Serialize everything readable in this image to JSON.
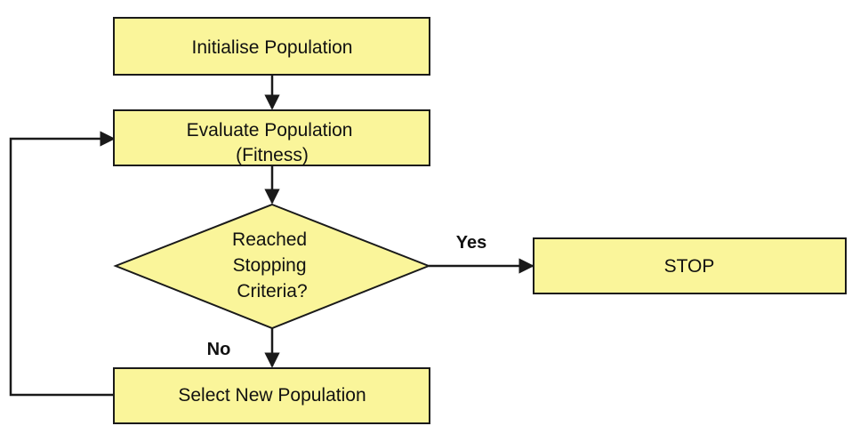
{
  "colors": {
    "node_fill": "#FAF59A",
    "node_stroke": "#1A1A1A",
    "edge": "#1A1A1A"
  },
  "nodes": {
    "init": {
      "lines": [
        "Initialise Population"
      ]
    },
    "evaluate": {
      "lines": [
        "Evaluate Population",
        "(Fitness)"
      ]
    },
    "decision": {
      "lines": [
        "Reached",
        "Stopping",
        "Criteria?"
      ]
    },
    "stop": {
      "lines": [
        "STOP"
      ]
    },
    "select": {
      "lines": [
        "Select New Population"
      ]
    }
  },
  "edges": {
    "yes_label": "Yes",
    "no_label": "No"
  }
}
